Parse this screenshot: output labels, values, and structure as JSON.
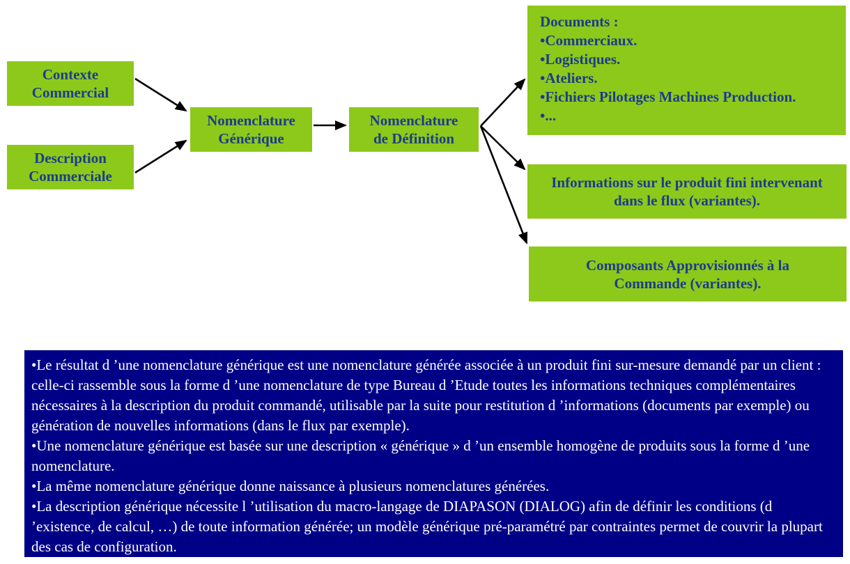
{
  "colors": {
    "green": "#8dc91a",
    "navy_text": "#1c3c8e",
    "note_bg": "#000086",
    "note_text": "#ffffff",
    "arrow": "#000000",
    "page_bg": "#ffffff"
  },
  "diagram": {
    "contexte": {
      "label": "Contexte\nCommercial"
    },
    "description": {
      "label": "Description\nCommerciale"
    },
    "nomenclature_generique": {
      "label": "Nomenclature\nGénérique"
    },
    "nomenclature_definition": {
      "label": "Nomenclature\nde Définition"
    },
    "documents": {
      "title": "Documents :",
      "items": [
        "•Commerciaux.",
        "•Logistiques.",
        "•Ateliers.",
        "•Fichiers Pilotages Machines Production.",
        "•..."
      ]
    },
    "informations": {
      "label": "Informations sur le produit fini intervenant\ndans le flux (variantes)."
    },
    "composants": {
      "label": "Composants Approvisionnés à la\nCommande (variantes)."
    }
  },
  "note": {
    "paragraphs": [
      "•Le résultat d ’une nomenclature générique est une nomenclature générée associée à un produit fini sur-mesure demandé par un client : celle-ci rassemble sous la forme d ’une nomenclature de type Bureau d ’Etude toutes les informations techniques complémentaires nécessaires à la description du produit commandé, utilisable par la suite pour restitution d ’informations (documents par exemple) ou génération de nouvelles informations (dans le flux par exemple).",
      "•Une nomenclature générique est basée sur une description  « générique » d ’un ensemble homogène de produits sous la forme d ’une nomenclature.",
      "•La même nomenclature générique donne naissance à plusieurs nomenclatures générées.",
      "•La description générique nécessite l ’utilisation du macro-langage de DIAPASON (DIALOG) afin de définir les conditions (d ’existence, de calcul, …) de toute information générée; un modèle générique pré-paramétré par contraintes permet de couvrir la plupart des cas de configuration."
    ]
  }
}
